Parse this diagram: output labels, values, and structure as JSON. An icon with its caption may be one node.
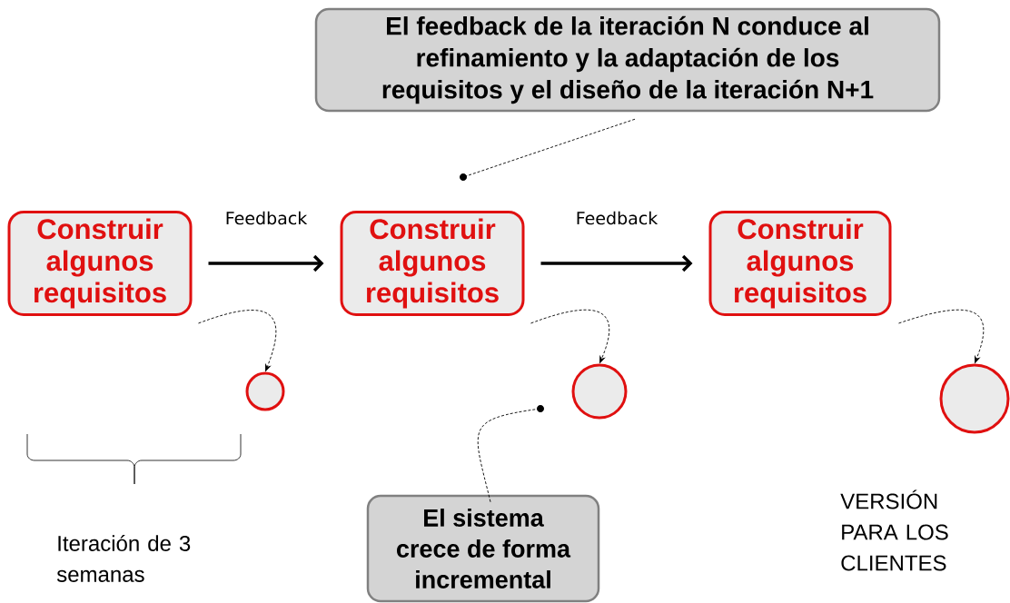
{
  "diagram": {
    "nodes": [
      {
        "text": [
          "El feedback de la iteración N conduce al refinamiento y la adaptación de los requisitos y el diseño de la iteración N+1"
        ]
      },
      {
        "text": [
          "Construir algunos requisitos"
        ]
      },
      {
        "text": [
          "Construir algunos requisitos"
        ]
      },
      {
        "text": [
          "Construir algunos requisitos"
        ]
      },
      {
        "text": [],
        "shape": "circle"
      },
      {
        "text": [],
        "shape": "circle"
      },
      {
        "text": [],
        "shape": "circle"
      },
      {
        "text": [
          "El sistema crece de forma incremental"
        ]
      },
      {
        "text": [],
        "shape": "circle"
      },
      {
        "text": [],
        "shape": "circle"
      }
    ],
    "edges": [
      {
        "from": 1,
        "to": 2,
        "arrow": "to",
        "label": "Feedback",
        "style": "thick"
      },
      {
        "from": 2,
        "to": 3,
        "arrow": "to",
        "label": "Feedback",
        "style": "thick"
      },
      {
        "from": 1,
        "to": 4,
        "arrow": "to",
        "style": "dashed"
      },
      {
        "from": 2,
        "to": 5,
        "arrow": "to",
        "style": "dashed"
      },
      {
        "from": 3,
        "to": 6,
        "arrow": "to",
        "style": "dashed"
      },
      {
        "from": 0,
        "to": 8,
        "arrow": "none",
        "style": "dashed"
      },
      {
        "from": 7,
        "to": 9,
        "arrow": "none",
        "style": "dashed"
      }
    ],
    "labels": [
      "Iteración de 3 semanas",
      "VERSIÓN PARA LOS CLIENTES"
    ]
  }
}
